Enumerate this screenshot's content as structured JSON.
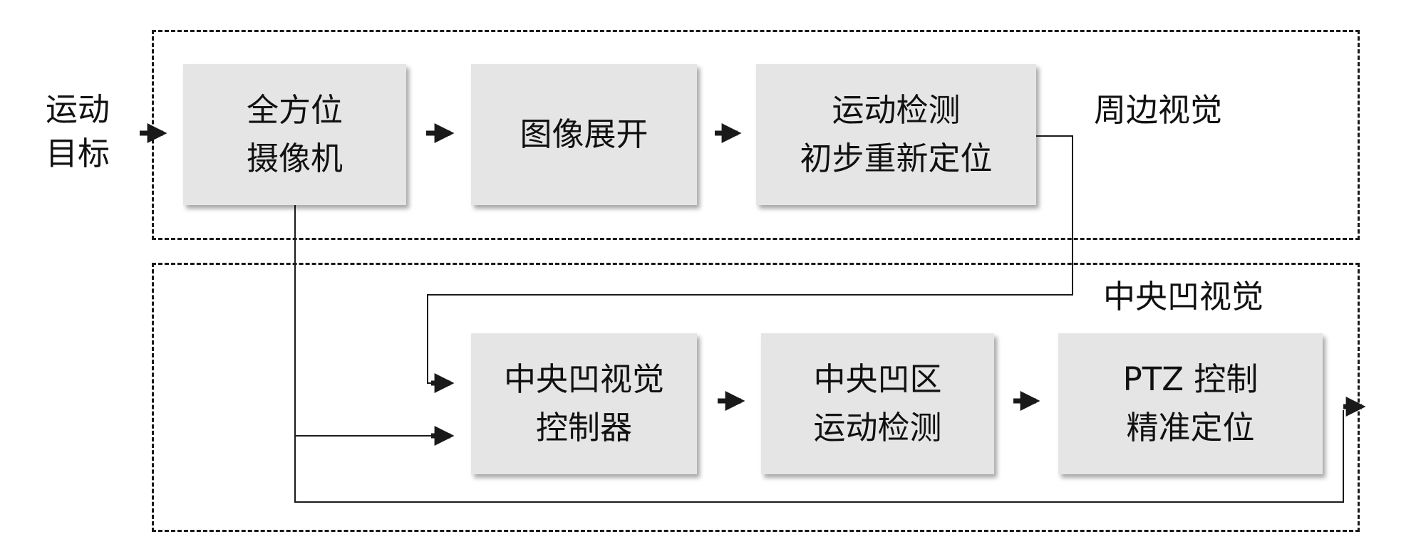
{
  "input": {
    "line1": "运动",
    "line2": "目标"
  },
  "regions": {
    "peripheral": {
      "label": "周边视觉"
    },
    "foveal": {
      "label": "中央凹视觉"
    }
  },
  "boxes": {
    "omni_camera": {
      "line1": "全方位",
      "line2": "摄像机"
    },
    "image_unwrap": {
      "line1": "图像展开"
    },
    "motion_detect": {
      "line1": "运动检测",
      "line2": "初步重新定位"
    },
    "foveal_controller": {
      "line1": "中央凹视觉",
      "line2": "控制器"
    },
    "foveal_motion": {
      "line1": "中央凹区",
      "line2": "运动检测"
    },
    "ptz": {
      "line1": "PTZ 控制",
      "line2": "精准定位"
    }
  },
  "colors": {
    "box_fill": "#e5e5e5",
    "line": "#1a1a1a"
  }
}
